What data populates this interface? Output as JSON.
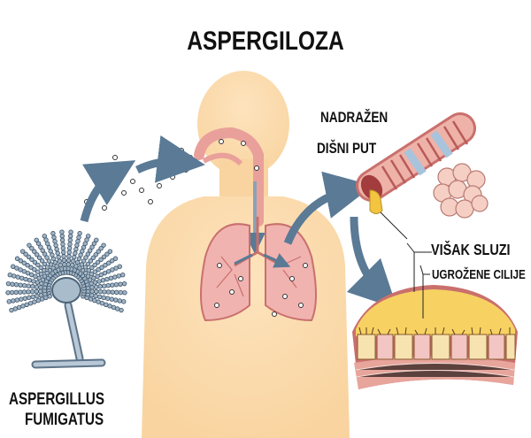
{
  "title": "ASPERGILOZA",
  "labels": {
    "airway_line1": "NADRAŽEN",
    "airway_line2": "DIŠNI PUT",
    "mucus": "VIŠAK SLUZI",
    "cilia": "UGROŽENE CILIJE",
    "fungus_line1": "ASPERGILLUS",
    "fungus_line2": "FUMIGATUS"
  },
  "colors": {
    "skin": "#fbd9a8",
    "lung": "#f0b3b0",
    "arrow": "#5a7a96",
    "mucus": "#f2c440",
    "fungus": "#8aa2b8"
  }
}
